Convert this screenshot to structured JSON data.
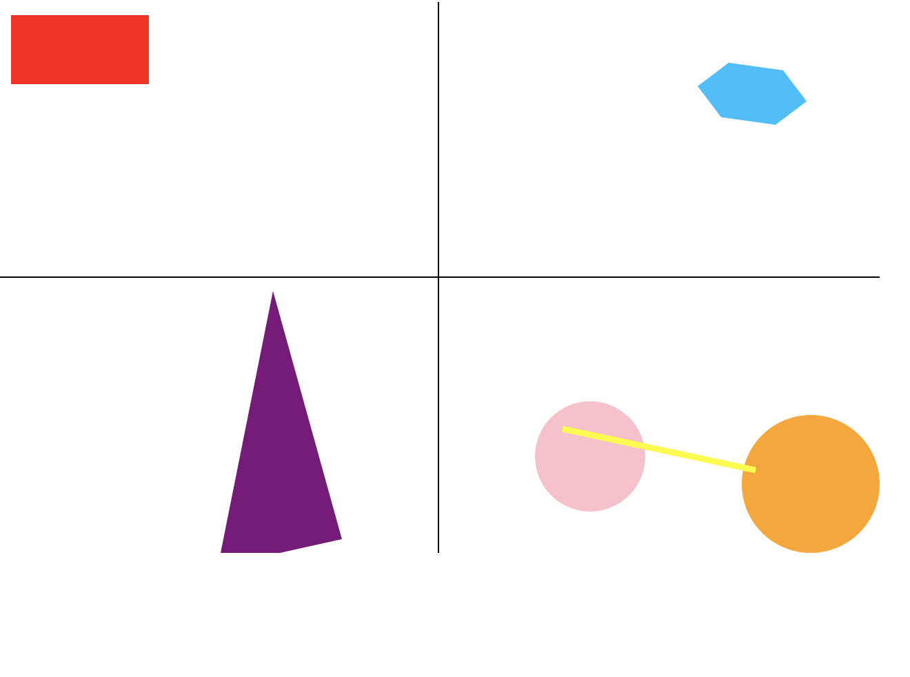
{
  "canvas": {
    "background": "#ffffff",
    "divider_color": "#000000"
  },
  "shapes": {
    "rectangle": {
      "kind": "rectangle",
      "fill": "#ec3424"
    },
    "hexagon": {
      "kind": "hexagon",
      "fill": "#52bdf7"
    },
    "triangle": {
      "kind": "triangle",
      "fill": "#751c79"
    },
    "small_circle": {
      "kind": "circle",
      "fill": "#f5c2cb"
    },
    "large_circle": {
      "kind": "circle",
      "fill": "#f3a73d"
    },
    "line": {
      "kind": "line",
      "stroke": "#fdfb51"
    }
  }
}
